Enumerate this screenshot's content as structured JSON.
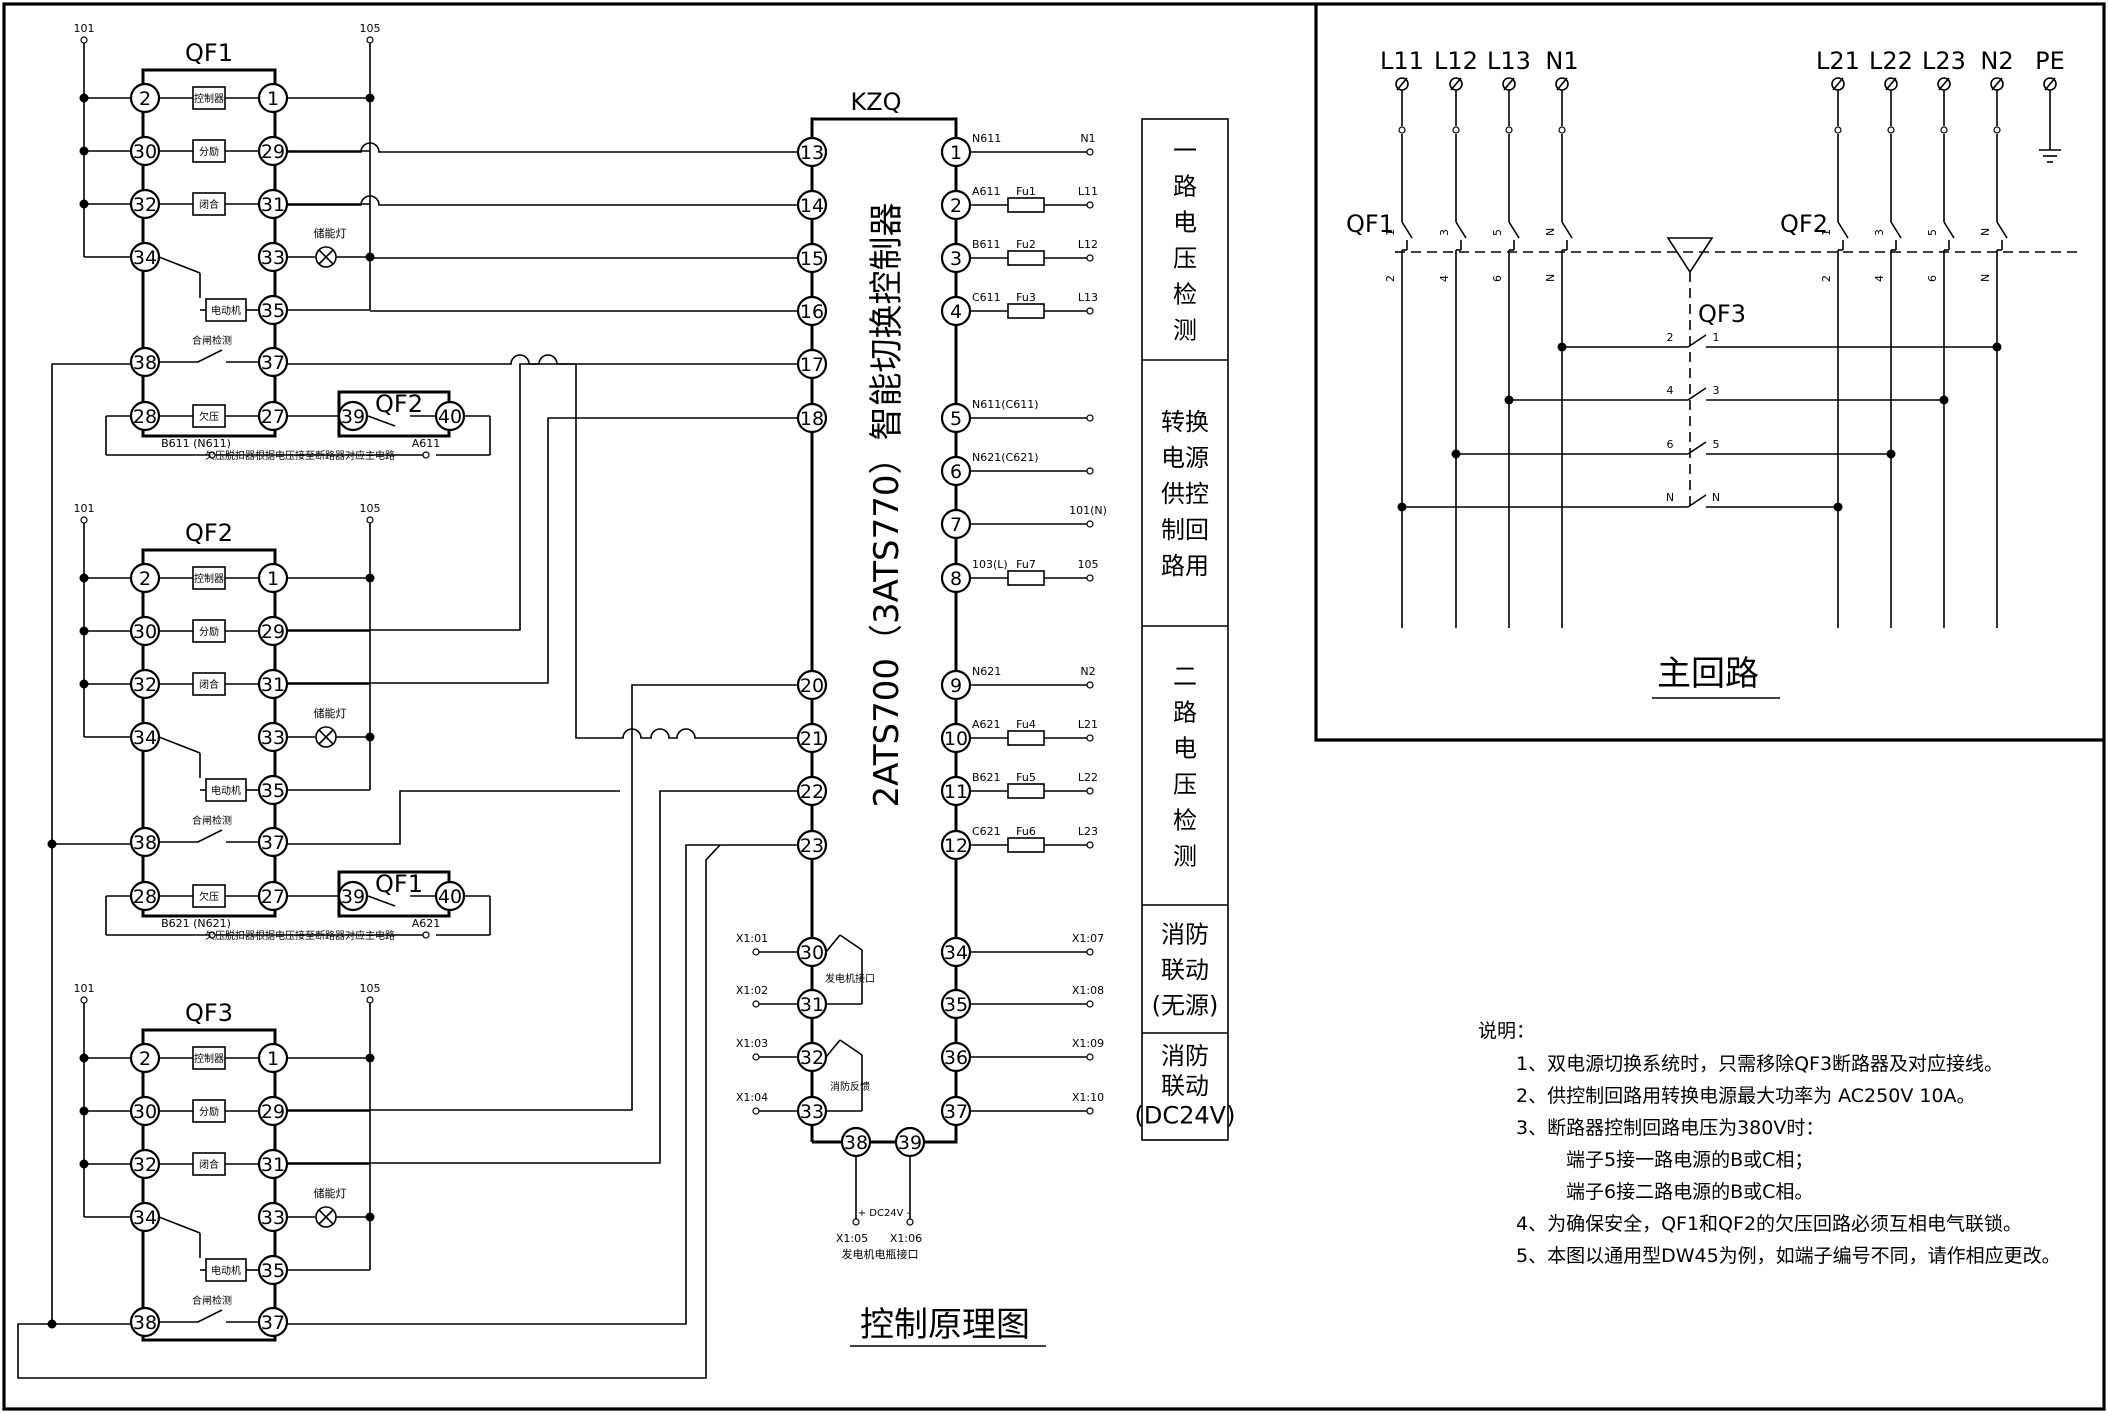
{
  "qf_units": [
    {
      "title": "QF1",
      "top_left": "101",
      "top_right": "105",
      "rows": [
        [
          "2",
          "控制器",
          "1"
        ],
        [
          "30",
          "分励",
          "29"
        ],
        [
          "32",
          "闭合",
          "31"
        ],
        [
          "34",
          "",
          "33"
        ],
        [
          "",
          "电动机",
          "35"
        ],
        [
          "38",
          "合闸检测",
          "37"
        ],
        [
          "28",
          "欠压",
          "27"
        ]
      ],
      "uv": {
        "label": "QF2",
        "left": "39",
        "right": "40",
        "note": "欠压脱扣器根据电压接至断路器对应主电路",
        "left_tag": "B611 (N611)",
        "right_tag": "A611"
      },
      "lamp": "储能灯"
    },
    {
      "title": "QF2",
      "top_left": "101",
      "top_right": "105",
      "rows": [
        [
          "2",
          "控制器",
          "1"
        ],
        [
          "30",
          "分励",
          "29"
        ],
        [
          "32",
          "闭合",
          "31"
        ],
        [
          "34",
          "",
          "33"
        ],
        [
          "",
          "电动机",
          "35"
        ],
        [
          "38",
          "合闸检测",
          "37"
        ],
        [
          "28",
          "欠压",
          "27"
        ]
      ],
      "uv": {
        "label": "QF1",
        "left": "39",
        "right": "40",
        "note": "欠压脱扣器根据电压接至断路器对应主电路",
        "left_tag": "B621 (N621)",
        "right_tag": "A621"
      },
      "lamp": "储能灯"
    },
    {
      "title": "QF3",
      "top_left": "101",
      "top_right": "105",
      "rows": [
        [
          "2",
          "控制器",
          "1"
        ],
        [
          "30",
          "分励",
          "29"
        ],
        [
          "32",
          "闭合",
          "31"
        ],
        [
          "34",
          "",
          "33"
        ],
        [
          "",
          "电动机",
          "35"
        ],
        [
          "38",
          "合闸检测",
          "37"
        ]
      ],
      "uv": null,
      "lamp": "储能灯"
    }
  ],
  "controller": {
    "title": "KZQ",
    "name": "2ATS700（3ATS770）智能切换控制器",
    "left_terminals": [
      "13",
      "14",
      "15",
      "16",
      "17",
      "18",
      "20",
      "21",
      "22",
      "23",
      "30",
      "31",
      "32",
      "33"
    ],
    "right_terminals": [
      "1",
      "2",
      "3",
      "4",
      "5",
      "6",
      "7",
      "8",
      "9",
      "10",
      "11",
      "12",
      "34",
      "35",
      "36",
      "37"
    ],
    "bottom_terminals": [
      "38",
      "39"
    ],
    "right_wires": [
      {
        "tag": "N611",
        "fuse": "",
        "end": "N1"
      },
      {
        "tag": "A611",
        "fuse": "Fu1",
        "end": "L11"
      },
      {
        "tag": "B611",
        "fuse": "Fu2",
        "end": "L12"
      },
      {
        "tag": "C611",
        "fuse": "Fu3",
        "end": "L13"
      },
      {
        "tag": "N611(C611)",
        "fuse": "",
        "end": ""
      },
      {
        "tag": "N621(C621)",
        "fuse": "",
        "end": ""
      },
      {
        "tag": "",
        "fuse": "",
        "end": "101(N)"
      },
      {
        "tag": "103(L)",
        "fuse": "Fu7",
        "end": "105"
      },
      {
        "tag": "N621",
        "fuse": "",
        "end": "N2"
      },
      {
        "tag": "A621",
        "fuse": "Fu4",
        "end": "L21"
      },
      {
        "tag": "B621",
        "fuse": "Fu5",
        "end": "L22"
      },
      {
        "tag": "C621",
        "fuse": "Fu6",
        "end": "L23"
      },
      {
        "tag": "",
        "fuse": "",
        "end": "X1:07"
      },
      {
        "tag": "",
        "fuse": "",
        "end": "X1:08"
      },
      {
        "tag": "",
        "fuse": "",
        "end": "X1:09"
      },
      {
        "tag": "",
        "fuse": "",
        "end": "X1:10"
      }
    ],
    "left_bottom_labels": [
      "X1:01",
      "X1:02",
      "X1:03",
      "X1:04"
    ],
    "gen_interface": "发电机接口",
    "fire_feedback": "消防反馈",
    "dc_label": "+ DC24V -",
    "bottom_labels": [
      "X1:05",
      "X1:06"
    ],
    "bottom_caption": "发电机电瓶接口"
  },
  "side_columns": [
    "一路电压检测",
    "转换电源供控制回路用",
    "二路电压检测",
    "消防联动(无源)",
    "消防联动(DC24V)"
  ],
  "main_circuit": {
    "title": "主回路",
    "buses": [
      "L11",
      "L12",
      "L13",
      "N1",
      "L21",
      "L22",
      "L23",
      "N2",
      "PE"
    ],
    "qf1": "QF1",
    "qf2": "QF2",
    "qf3": "QF3",
    "qf1_top": [
      "1",
      "3",
      "5",
      "N"
    ],
    "qf1_bot": [
      "2",
      "4",
      "6",
      "N"
    ],
    "qf2_top": [
      "1",
      "3",
      "5",
      "N"
    ],
    "qf2_bot": [
      "2",
      "4",
      "6",
      "N"
    ],
    "qf3_pairs": [
      [
        "2",
        "1"
      ],
      [
        "4",
        "3"
      ],
      [
        "6",
        "5"
      ],
      [
        "N",
        "N"
      ]
    ]
  },
  "control_title": "控制原理图",
  "notes": {
    "heading": "说明：",
    "lines": [
      "1、双电源切换系统时，只需移除QF3断路器及对应接线。",
      "2、供控制回路用转换电源最大功率为 AC250V 10A。",
      "3、断路器控制回路电压为380V时：",
      "端子5接一路电源的B或C相；",
      "端子6接二路电源的B或C相。",
      "4、为确保安全，QF1和QF2的欠压回路必须互相电气联锁。",
      "5、本图以通用型DW45为例，如端子编号不同，请作相应更改。"
    ]
  }
}
